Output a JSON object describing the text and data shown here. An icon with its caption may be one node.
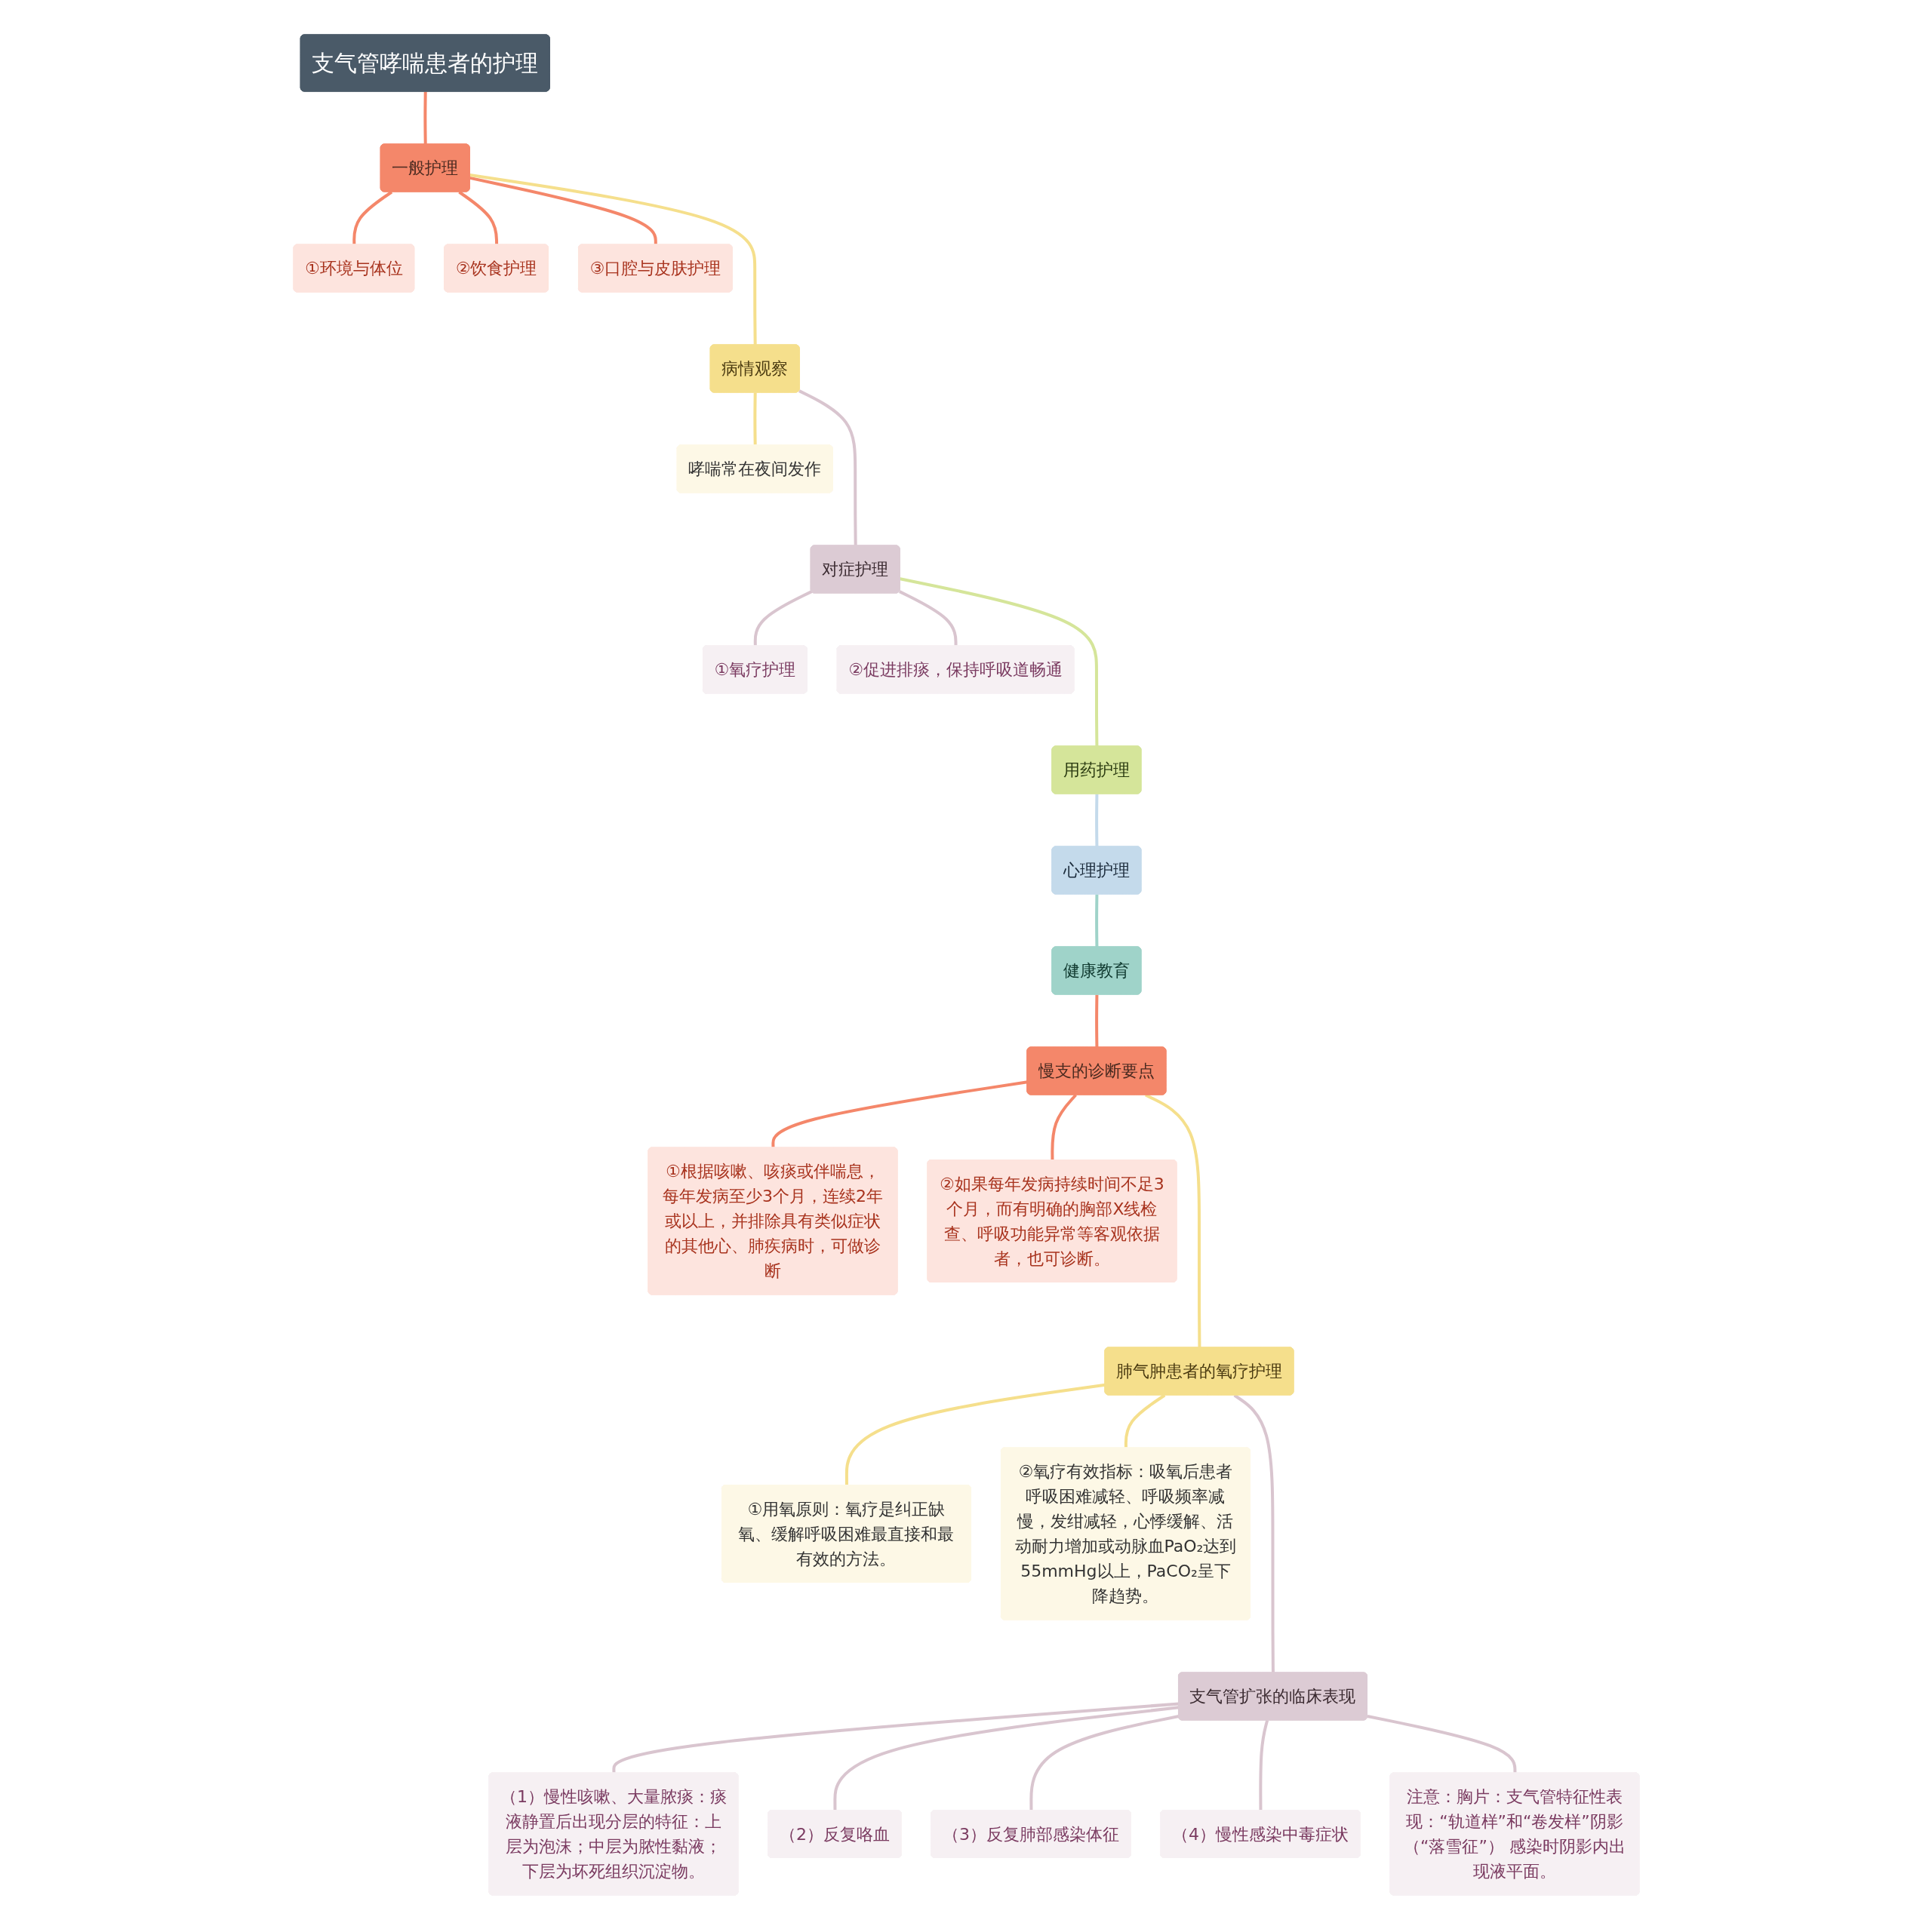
{
  "diagram": {
    "nodes": [
      {
        "text": [
          "支气管哮喘患者的护理"
        ]
      },
      {
        "text": [
          "一般护理"
        ]
      },
      {
        "text": [
          "①环境与体位"
        ]
      },
      {
        "text": [
          "②饮食护理"
        ]
      },
      {
        "text": [
          "③口腔与皮肤护理"
        ]
      },
      {
        "text": [
          "病情观察"
        ]
      },
      {
        "text": [
          "哮喘常在夜间发作"
        ]
      },
      {
        "text": [
          "对症护理"
        ]
      },
      {
        "text": [
          "①氧疗护理"
        ]
      },
      {
        "text": [
          "②促进排痰，保持呼吸道畅通"
        ]
      },
      {
        "text": [
          "用药护理"
        ]
      },
      {
        "text": [
          "心理护理"
        ]
      },
      {
        "text": [
          "健康教育"
        ]
      },
      {
        "text": [
          "慢支的诊断要点"
        ]
      },
      {
        "text": [
          "①根据咳嗽、咳痰或伴喘息，每年发病至少3个月，连续2年或以上，并排除具有类似症状的其他心、肺疾病时，可做诊断"
        ]
      },
      {
        "text": [
          "②如果每年发病持续时间不足3个月，而有明确的胸部X线检查、呼吸功能异常等客观依据者，也可诊断。"
        ]
      },
      {
        "text": [
          "肺气肿患者的氧疗护理"
        ]
      },
      {
        "text": [
          "①用氧原则：氧疗是纠正缺氧、缓解呼吸困难最直接和最有效的方法。"
        ]
      },
      {
        "text": [
          "②氧疗有效指标：吸氧后患者呼吸困难减轻、呼吸频率减慢，发绀减轻，心悸缓解、活动耐力增加或动脉血PaO₂达到55mmHg以上，PaCO₂呈下降趋势。"
        ]
      },
      {
        "text": [
          "支气管扩张的临床表现"
        ]
      },
      {
        "text": [
          "（1）慢性咳嗽、大量脓痰：痰液静置后出现分层的特征：上层为泡沫；中层为脓性黏液；下层为坏死组织沉淀物。"
        ]
      },
      {
        "text": [
          "（2）反复咯血"
        ]
      },
      {
        "text": [
          "（3）反复肺部感染体征"
        ]
      },
      {
        "text": [
          "（4）慢性感染中毒症状"
        ]
      },
      {
        "text": [
          "注意：胸片：支气管特征性表现：“轨道样”和“卷发样”阴影（“落雪征”） 感染时阴影内出现液平面。"
        ]
      }
    ],
    "edges": [
      {
        "from": 0,
        "to": 1,
        "arrow": "none",
        "color": "#f4876a"
      },
      {
        "from": 1,
        "to": 2,
        "arrow": "none",
        "color": "#f4876a"
      },
      {
        "from": 1,
        "to": 3,
        "arrow": "none",
        "color": "#f4876a"
      },
      {
        "from": 1,
        "to": 4,
        "arrow": "none",
        "color": "#f4876a"
      },
      {
        "from": 1,
        "to": 5,
        "arrow": "none",
        "color": "#f5df8c"
      },
      {
        "from": 5,
        "to": 6,
        "arrow": "none",
        "color": "#f5df8c"
      },
      {
        "from": 5,
        "to": 7,
        "arrow": "none",
        "color": "#d9c5cf"
      },
      {
        "from": 7,
        "to": 8,
        "arrow": "none",
        "color": "#d9c5cf"
      },
      {
        "from": 7,
        "to": 9,
        "arrow": "none",
        "color": "#d9c5cf"
      },
      {
        "from": 7,
        "to": 10,
        "arrow": "none",
        "color": "#d5e59a"
      },
      {
        "from": 10,
        "to": 11,
        "arrow": "none",
        "color": "#c4daeb"
      },
      {
        "from": 11,
        "to": 12,
        "arrow": "none",
        "color": "#9fd3c9"
      },
      {
        "from": 12,
        "to": 13,
        "arrow": "none",
        "color": "#f4876a"
      },
      {
        "from": 13,
        "to": 14,
        "arrow": "none",
        "color": "#f4876a"
      },
      {
        "from": 13,
        "to": 15,
        "arrow": "none",
        "color": "#f4876a"
      },
      {
        "from": 13,
        "to": 16,
        "arrow": "none",
        "color": "#f5df8c"
      },
      {
        "from": 16,
        "to": 17,
        "arrow": "none",
        "color": "#f5df8c"
      },
      {
        "from": 16,
        "to": 18,
        "arrow": "none",
        "color": "#f5df8c"
      },
      {
        "from": 16,
        "to": 19,
        "arrow": "none",
        "color": "#d9c5cf"
      },
      {
        "from": 19,
        "to": 20,
        "arrow": "none",
        "color": "#d9c5cf"
      },
      {
        "from": 19,
        "to": 21,
        "arrow": "none",
        "color": "#d9c5cf"
      },
      {
        "from": 19,
        "to": 22,
        "arrow": "none",
        "color": "#d9c5cf"
      },
      {
        "from": 19,
        "to": 23,
        "arrow": "none",
        "color": "#d9c5cf"
      },
      {
        "from": 19,
        "to": 24,
        "arrow": "none",
        "color": "#d9c5cf"
      }
    ]
  }
}
